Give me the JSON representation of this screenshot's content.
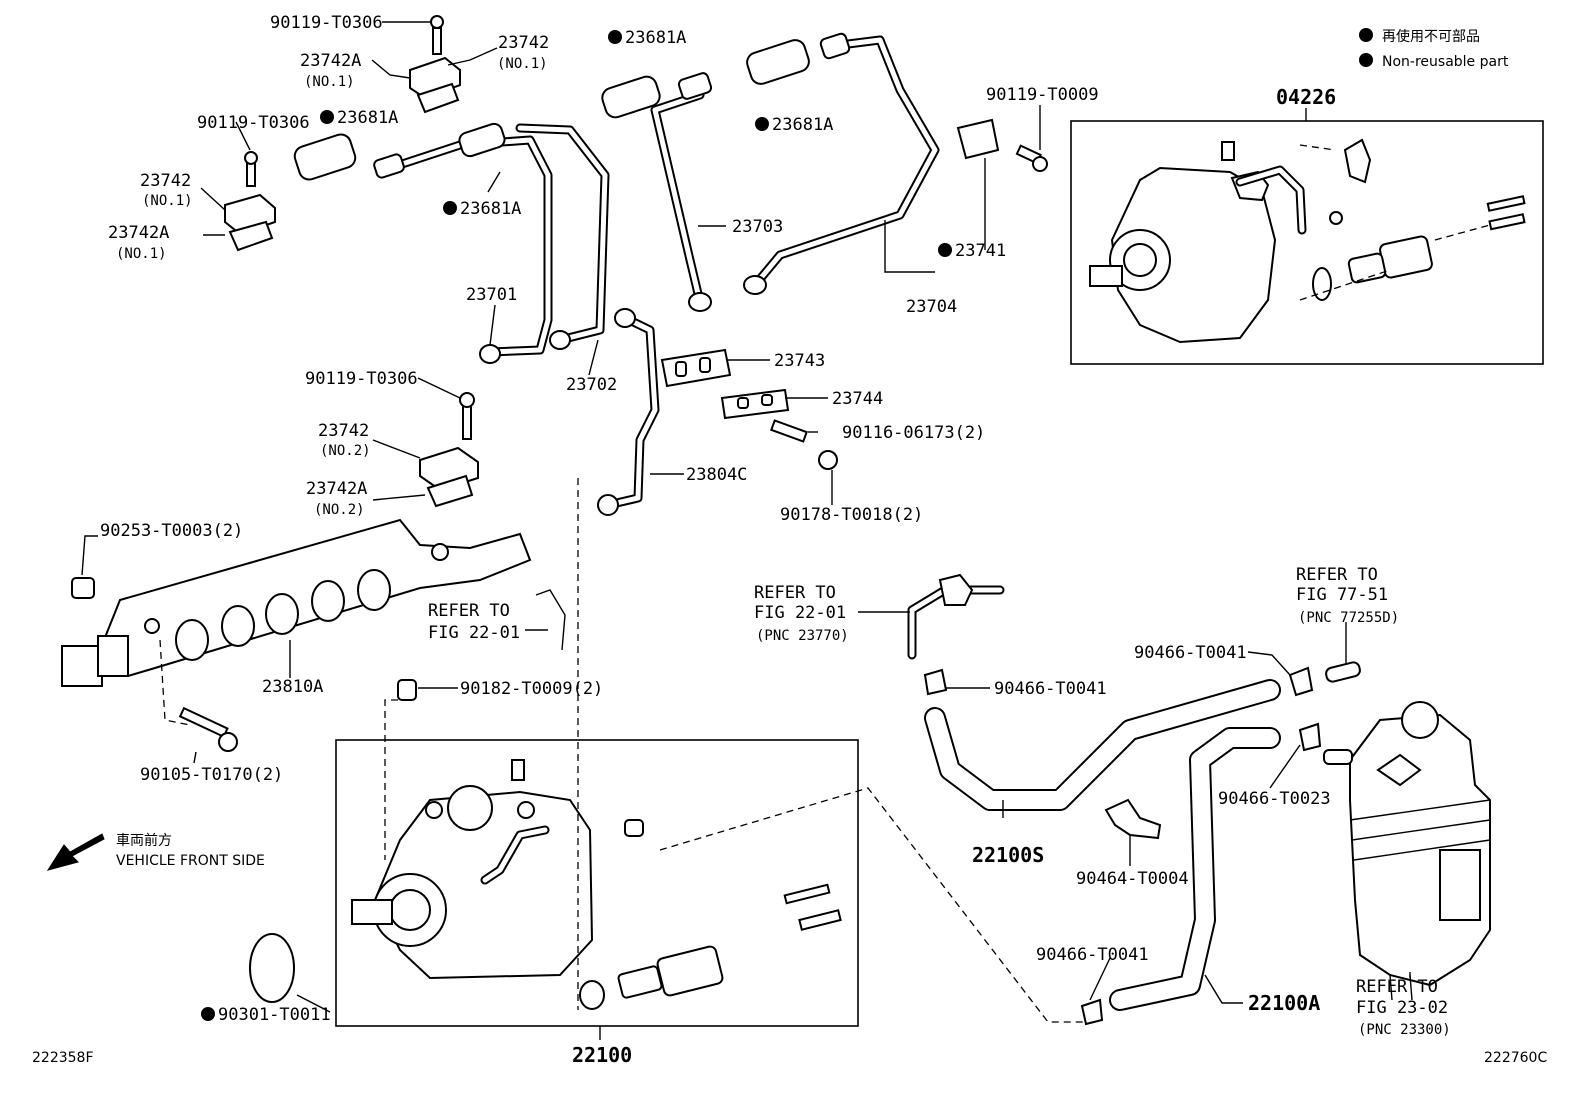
{
  "legend": {
    "item1": "再使用不可部品",
    "item2": "Non-reusable part"
  },
  "direction": {
    "jp": "車両前方",
    "en": "VEHICLE FRONT SIDE"
  },
  "fig_left_code": "222358F",
  "fig_right_code": "222760C",
  "labels": {
    "p90119_T0306_a": "90119-T0306",
    "p90119_T0306_b": "90119-T0306",
    "p90119_T0306_c": "90119-T0306",
    "p23742_no1_a": "23742",
    "p23742_no1_a_sub": "(NO.1)",
    "p23742A_no1_a": "23742A",
    "p23742A_no1_a_sub": "(NO.1)",
    "p23742_no1_b": "23742",
    "p23742_no1_b_sub": "(NO.1)",
    "p23742A_no1_b": "23742A",
    "p23742A_no1_b_sub": "(NO.1)",
    "p23742_no2": "23742",
    "p23742_no2_sub": "(NO.2)",
    "p23742A_no2": "23742A",
    "p23742A_no2_sub": "(NO.2)",
    "p23681A_1": "23681A",
    "p23681A_2": "23681A",
    "p23681A_3": "23681A",
    "p23681A_4": "23681A",
    "p23703": "23703",
    "p23701": "23701",
    "p23702": "23702",
    "p23743": "23743",
    "p23744": "23744",
    "p90116": "90116-06173(2)",
    "p90178": "90178-T0018(2)",
    "p23804C": "23804C",
    "p90119_T0009": "90119-T0009",
    "p23741": "23741",
    "p23704": "23704",
    "p04226": "04226",
    "p90253": "90253-T0003(2)",
    "p23810A": "23810A",
    "refer1_a": "REFER TO",
    "refer1_b": "FIG 22-01",
    "p90182": "90182-T0009(2)",
    "p90105": "90105-T0170(2)",
    "p90301": "90301-T0011",
    "p22100": "22100",
    "refer2_a": "REFER TO",
    "refer2_b": "FIG 22-01",
    "refer2_c": "(PNC 23770)",
    "refer3_a": "REFER TO",
    "refer3_b": "FIG 77-51",
    "refer3_c": "(PNC 77255D)",
    "p90466_T0041_a": "90466-T0041",
    "p90466_T0041_b": "90466-T0041",
    "p90466_T0041_c": "90466-T0041",
    "p90466_T0023": "90466-T0023",
    "p22100S": "22100S",
    "p90464": "90464-T0004",
    "p22100A": "22100A",
    "refer4_a": "REFER TO",
    "refer4_b": "FIG 23-02",
    "refer4_c": "(PNC 23300)"
  }
}
